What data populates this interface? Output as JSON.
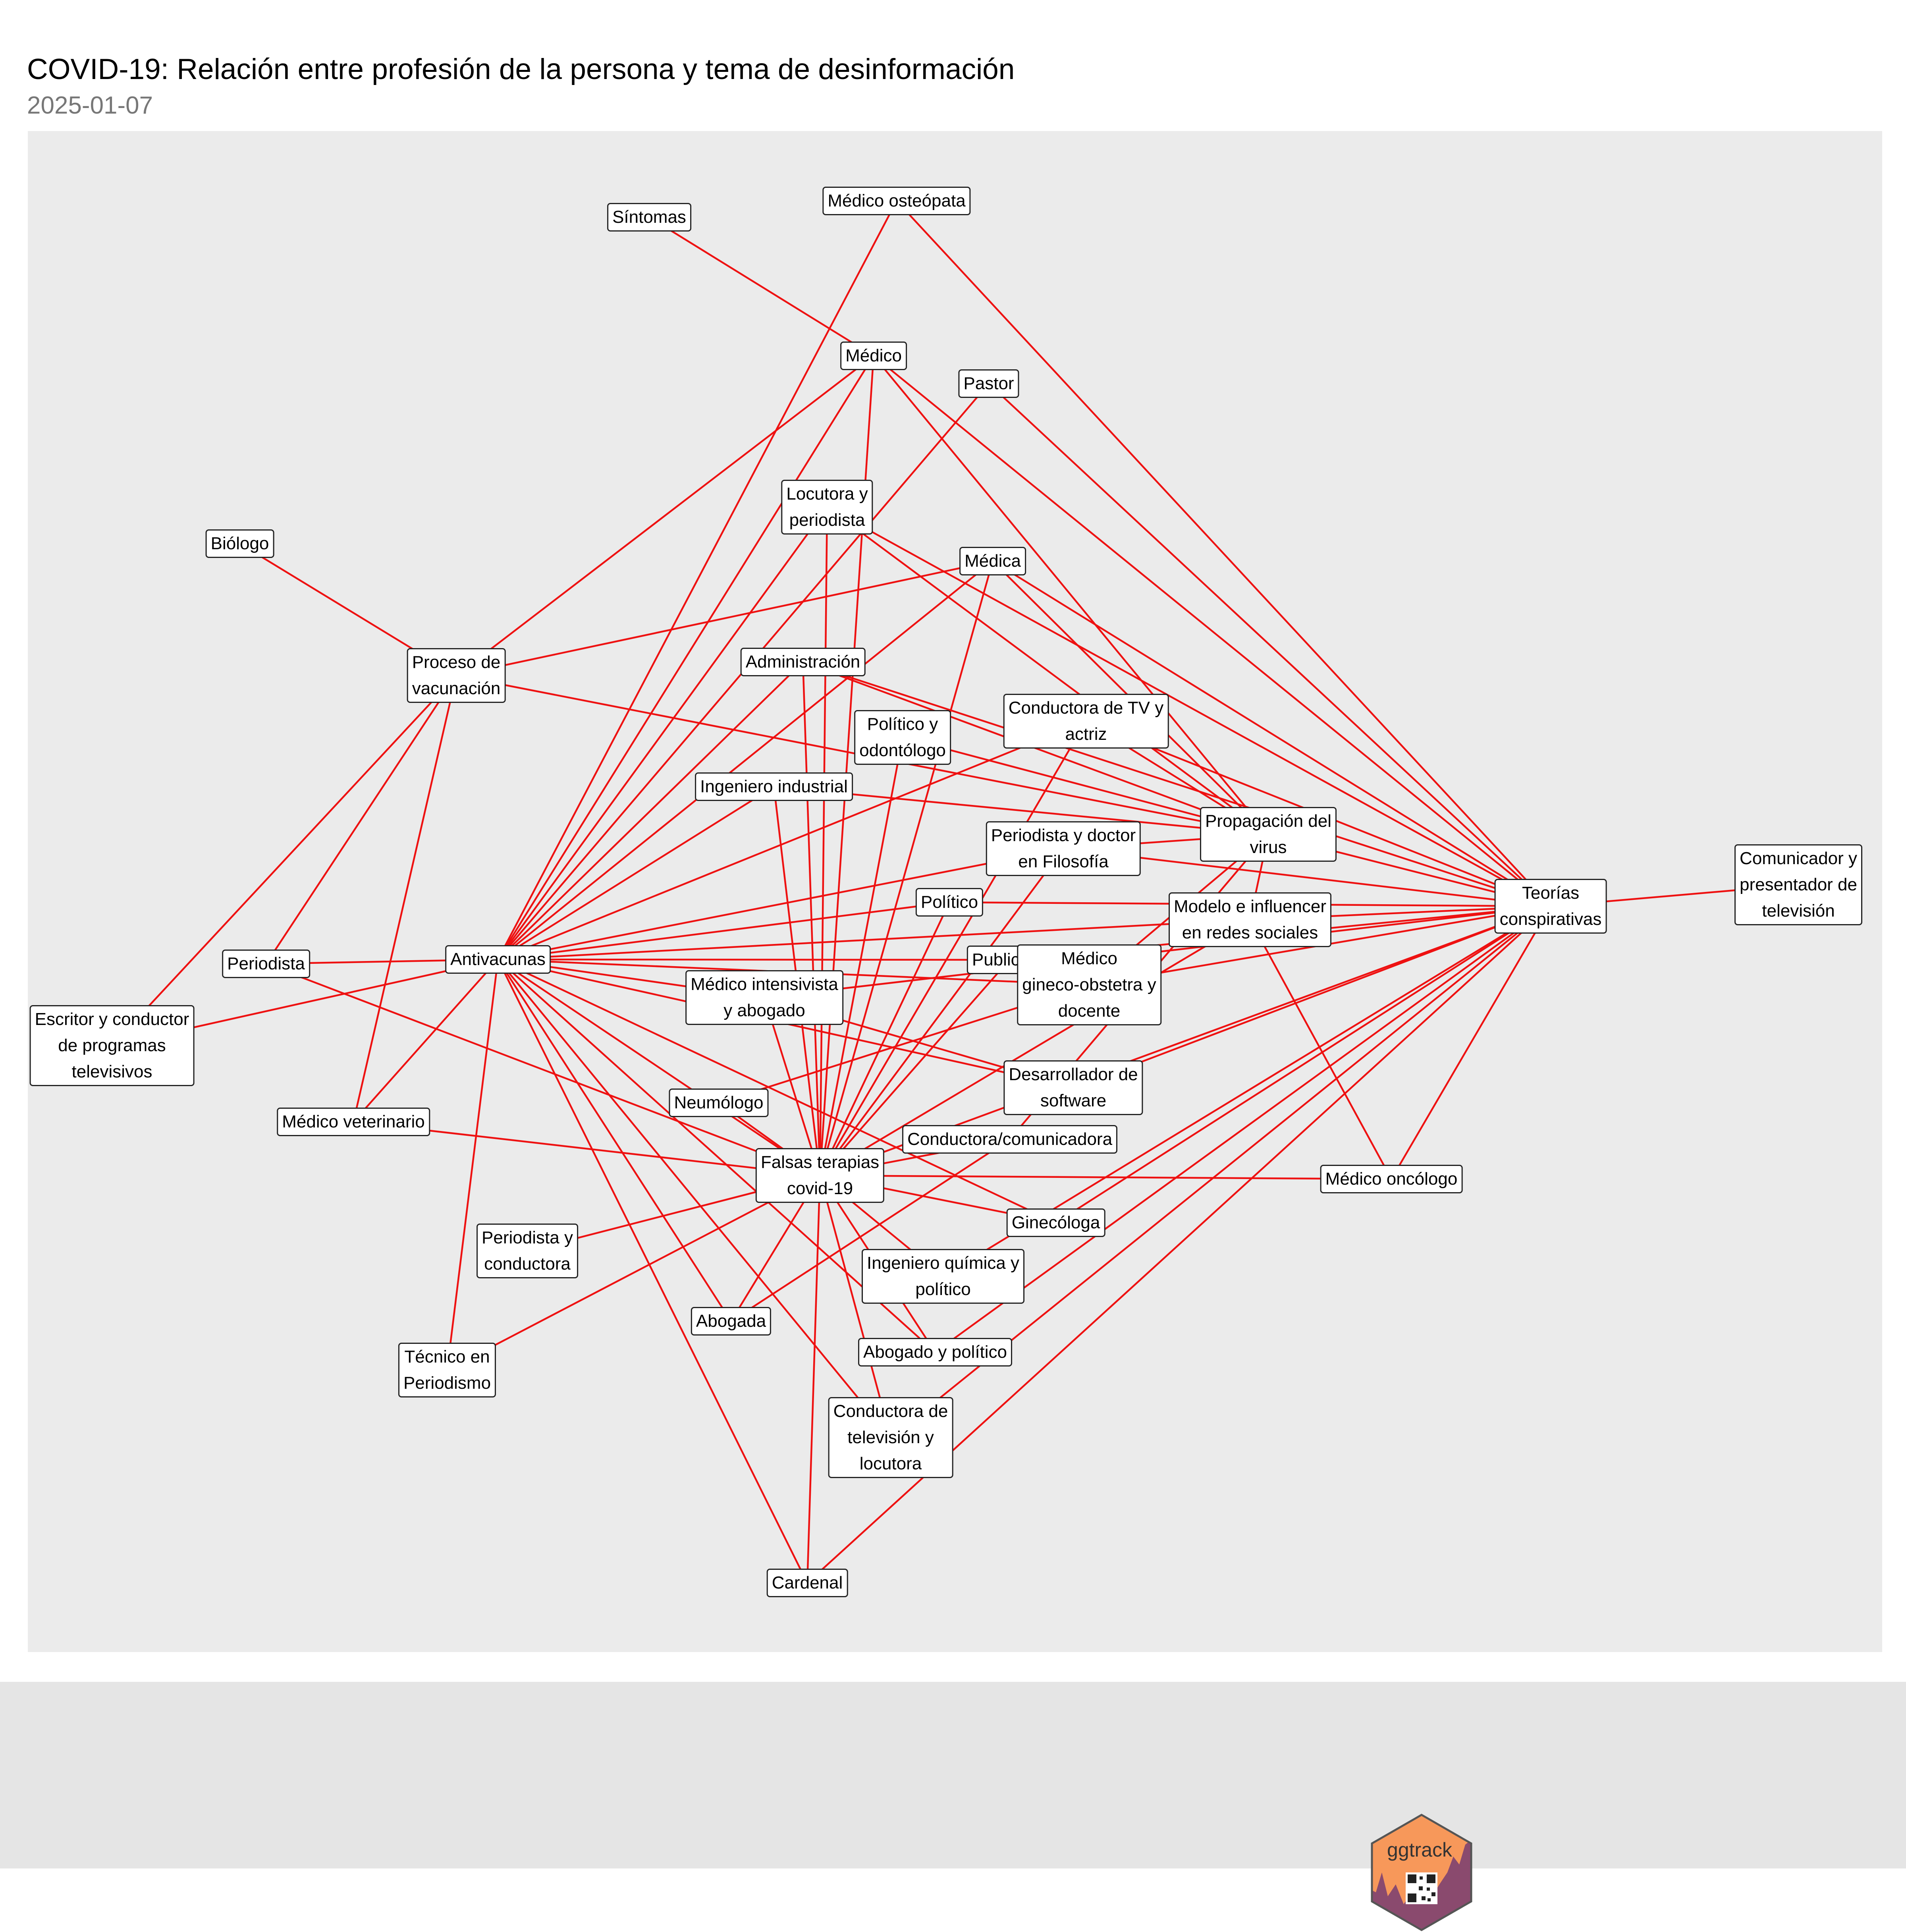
{
  "header": {
    "title": "COVID-19: Relación entre profesión de la persona y tema de desinformación",
    "subtitle": "2025-01-07"
  },
  "logo": {
    "text": "ggtrack",
    "colors": {
      "hex": "#f7985a",
      "hex_dark": "#8a4a6e",
      "border": "#555555"
    }
  },
  "colors": {
    "edge": "#ee1111",
    "panel": "#ebebeb",
    "footer": "#e5e5e5"
  },
  "graph": {
    "nodes": [
      {
        "id": "sintomas",
        "label": "Síntomas"
      },
      {
        "id": "medico_osteopata",
        "label": "Médico osteópata"
      },
      {
        "id": "medico",
        "label": "Médico"
      },
      {
        "id": "pastor",
        "label": "Pastor"
      },
      {
        "id": "locutora_periodista",
        "label": "Locutora y\nperiodista"
      },
      {
        "id": "biologo",
        "label": "Biólogo"
      },
      {
        "id": "medica",
        "label": "Médica"
      },
      {
        "id": "proceso_vacunacion",
        "label": "Proceso de\nvacunación"
      },
      {
        "id": "administracion",
        "label": "Administración"
      },
      {
        "id": "conductora_tv_actriz",
        "label": "Conductora de TV y\nactriz"
      },
      {
        "id": "politico_odontologo",
        "label": "Político y\nodontólogo"
      },
      {
        "id": "ingeniero_industrial",
        "label": "Ingeniero industrial"
      },
      {
        "id": "propagacion_virus",
        "label": "Propagación del\nvirus"
      },
      {
        "id": "periodista_doctor_filosofia",
        "label": "Periodista y doctor\nen Filosofía"
      },
      {
        "id": "comunicador_presentador",
        "label": "Comunicador y\npresentador de\ntelevisión"
      },
      {
        "id": "politico",
        "label": "Político"
      },
      {
        "id": "modelo_influencer",
        "label": "Modelo e influencer\nen redes sociales"
      },
      {
        "id": "teorias_conspirativas",
        "label": "Teorías\nconspirativas"
      },
      {
        "id": "periodista",
        "label": "Periodista"
      },
      {
        "id": "antivacunas",
        "label": "Antivacunas"
      },
      {
        "id": "publicista",
        "label": "Publicista"
      },
      {
        "id": "medico_gineco",
        "label": "Médico\ngineco-obstetra y\ndocente"
      },
      {
        "id": "medico_intensivista",
        "label": "Médico intensivista\ny abogado"
      },
      {
        "id": "escritor_conductor",
        "label": "Escritor y conductor\nde programas\ntelevisivos"
      },
      {
        "id": "desarrollador_software",
        "label": "Desarrollador de\nsoftware"
      },
      {
        "id": "neumologo",
        "label": "Neumólogo"
      },
      {
        "id": "medico_veterinario",
        "label": "Médico veterinario"
      },
      {
        "id": "conductora_comunicadora",
        "label": "Conductora/comunicadora"
      },
      {
        "id": "falsas_terapias",
        "label": "Falsas terapias\ncovid-19"
      },
      {
        "id": "medico_oncologo",
        "label": "Médico oncólogo"
      },
      {
        "id": "ginecologa",
        "label": "Ginecóloga"
      },
      {
        "id": "periodista_conductora",
        "label": "Periodista y\nconductora"
      },
      {
        "id": "ingeniera_quimica",
        "label": "Ingeniero química y\npolítico"
      },
      {
        "id": "abogada",
        "label": "Abogada"
      },
      {
        "id": "tecnico_periodismo",
        "label": "Técnico en\nPeriodismo"
      },
      {
        "id": "abogado_politico",
        "label": "Abogado y político"
      },
      {
        "id": "conductora_tv_locutora",
        "label": "Conductora de\ntelevisión y\nlocutora"
      },
      {
        "id": "cardenal",
        "label": "Cardenal"
      }
    ],
    "edges": [
      [
        "sintomas",
        "medico"
      ],
      [
        "medico_osteopata",
        "antivacunas"
      ],
      [
        "medico_osteopata",
        "teorias_conspirativas"
      ],
      [
        "medico",
        "proceso_vacunacion"
      ],
      [
        "medico",
        "antivacunas"
      ],
      [
        "medico",
        "falsas_terapias"
      ],
      [
        "medico",
        "propagacion_virus"
      ],
      [
        "medico",
        "teorias_conspirativas"
      ],
      [
        "pastor",
        "antivacunas"
      ],
      [
        "pastor",
        "teorias_conspirativas"
      ],
      [
        "locutora_periodista",
        "antivacunas"
      ],
      [
        "locutora_periodista",
        "falsas_terapias"
      ],
      [
        "locutora_periodista",
        "propagacion_virus"
      ],
      [
        "locutora_periodista",
        "teorias_conspirativas"
      ],
      [
        "biologo",
        "proceso_vacunacion"
      ],
      [
        "medica",
        "proceso_vacunacion"
      ],
      [
        "medica",
        "antivacunas"
      ],
      [
        "medica",
        "falsas_terapias"
      ],
      [
        "medica",
        "propagacion_virus"
      ],
      [
        "medica",
        "teorias_conspirativas"
      ],
      [
        "proceso_vacunacion",
        "periodista"
      ],
      [
        "proceso_vacunacion",
        "escritor_conductor"
      ],
      [
        "proceso_vacunacion",
        "medico_veterinario"
      ],
      [
        "proceso_vacunacion",
        "propagacion_virus"
      ],
      [
        "administracion",
        "antivacunas"
      ],
      [
        "administracion",
        "falsas_terapias"
      ],
      [
        "administracion",
        "propagacion_virus"
      ],
      [
        "administracion",
        "teorias_conspirativas"
      ],
      [
        "conductora_tv_actriz",
        "antivacunas"
      ],
      [
        "conductora_tv_actriz",
        "propagacion_virus"
      ],
      [
        "conductora_tv_actriz",
        "teorias_conspirativas"
      ],
      [
        "conductora_tv_actriz",
        "falsas_terapias"
      ],
      [
        "politico_odontologo",
        "falsas_terapias"
      ],
      [
        "politico_odontologo",
        "propagacion_virus"
      ],
      [
        "ingeniero_industrial",
        "antivacunas"
      ],
      [
        "ingeniero_industrial",
        "falsas_terapias"
      ],
      [
        "ingeniero_industrial",
        "propagacion_virus"
      ],
      [
        "periodista_doctor_filosofia",
        "antivacunas"
      ],
      [
        "periodista_doctor_filosofia",
        "propagacion_virus"
      ],
      [
        "periodista_doctor_filosofia",
        "teorias_conspirativas"
      ],
      [
        "periodista_doctor_filosofia",
        "falsas_terapias"
      ],
      [
        "comunicador_presentador",
        "teorias_conspirativas"
      ],
      [
        "politico",
        "antivacunas"
      ],
      [
        "politico",
        "teorias_conspirativas"
      ],
      [
        "politico",
        "falsas_terapias"
      ],
      [
        "modelo_influencer",
        "propagacion_virus"
      ],
      [
        "modelo_influencer",
        "teorias_conspirativas"
      ],
      [
        "modelo_influencer",
        "antivacunas"
      ],
      [
        "modelo_influencer",
        "falsas_terapias"
      ],
      [
        "periodista",
        "antivacunas"
      ],
      [
        "periodista",
        "falsas_terapias"
      ],
      [
        "antivacunas",
        "escritor_conductor"
      ],
      [
        "antivacunas",
        "publicista"
      ],
      [
        "antivacunas",
        "medico_gineco"
      ],
      [
        "antivacunas",
        "medico_intensivista"
      ],
      [
        "antivacunas",
        "desarrollador_software"
      ],
      [
        "antivacunas",
        "medico_veterinario"
      ],
      [
        "antivacunas",
        "ginecologa"
      ],
      [
        "antivacunas",
        "abogada"
      ],
      [
        "antivacunas",
        "tecnico_periodismo"
      ],
      [
        "antivacunas",
        "abogado_politico"
      ],
      [
        "antivacunas",
        "conductora_tv_locutora"
      ],
      [
        "antivacunas",
        "cardenal"
      ],
      [
        "antivacunas",
        "falsas_terapias"
      ],
      [
        "publicista",
        "teorias_conspirativas"
      ],
      [
        "publicista",
        "falsas_terapias"
      ],
      [
        "medico_gineco",
        "teorias_conspirativas"
      ],
      [
        "medico_gineco",
        "propagacion_virus"
      ],
      [
        "medico_gineco",
        "neumologo"
      ],
      [
        "medico_intensivista",
        "teorias_conspirativas"
      ],
      [
        "medico_intensivista",
        "falsas_terapias"
      ],
      [
        "medico_intensivista",
        "desarrollador_software"
      ],
      [
        "desarrollador_software",
        "teorias_conspirativas"
      ],
      [
        "neumologo",
        "falsas_terapias"
      ],
      [
        "medico_veterinario",
        "falsas_terapias"
      ],
      [
        "conductora_comunicadora",
        "falsas_terapias"
      ],
      [
        "conductora_comunicadora",
        "abogada"
      ],
      [
        "conductora_comunicadora",
        "propagacion_virus"
      ],
      [
        "falsas_terapias",
        "medico_oncologo"
      ],
      [
        "falsas_terapias",
        "ginecologa"
      ],
      [
        "falsas_terapias",
        "periodista_conductora"
      ],
      [
        "falsas_terapias",
        "ingeniera_quimica"
      ],
      [
        "falsas_terapias",
        "abogada"
      ],
      [
        "falsas_terapias",
        "tecnico_periodismo"
      ],
      [
        "falsas_terapias",
        "abogado_politico"
      ],
      [
        "falsas_terapias",
        "cardenal"
      ],
      [
        "falsas_terapias",
        "conductora_tv_locutora"
      ],
      [
        "falsas_terapias",
        "teorias_conspirativas"
      ],
      [
        "medico_oncologo",
        "teorias_conspirativas"
      ],
      [
        "medico_oncologo",
        "modelo_influencer"
      ],
      [
        "ginecologa",
        "teorias_conspirativas"
      ],
      [
        "ingeniera_quimica",
        "teorias_conspirativas"
      ],
      [
        "abogado_politico",
        "teorias_conspirativas"
      ],
      [
        "conductora_tv_locutora",
        "teorias_conspirativas"
      ],
      [
        "cardenal",
        "teorias_conspirativas"
      ],
      [
        "propagacion_virus",
        "teorias_conspirativas"
      ]
    ]
  }
}
